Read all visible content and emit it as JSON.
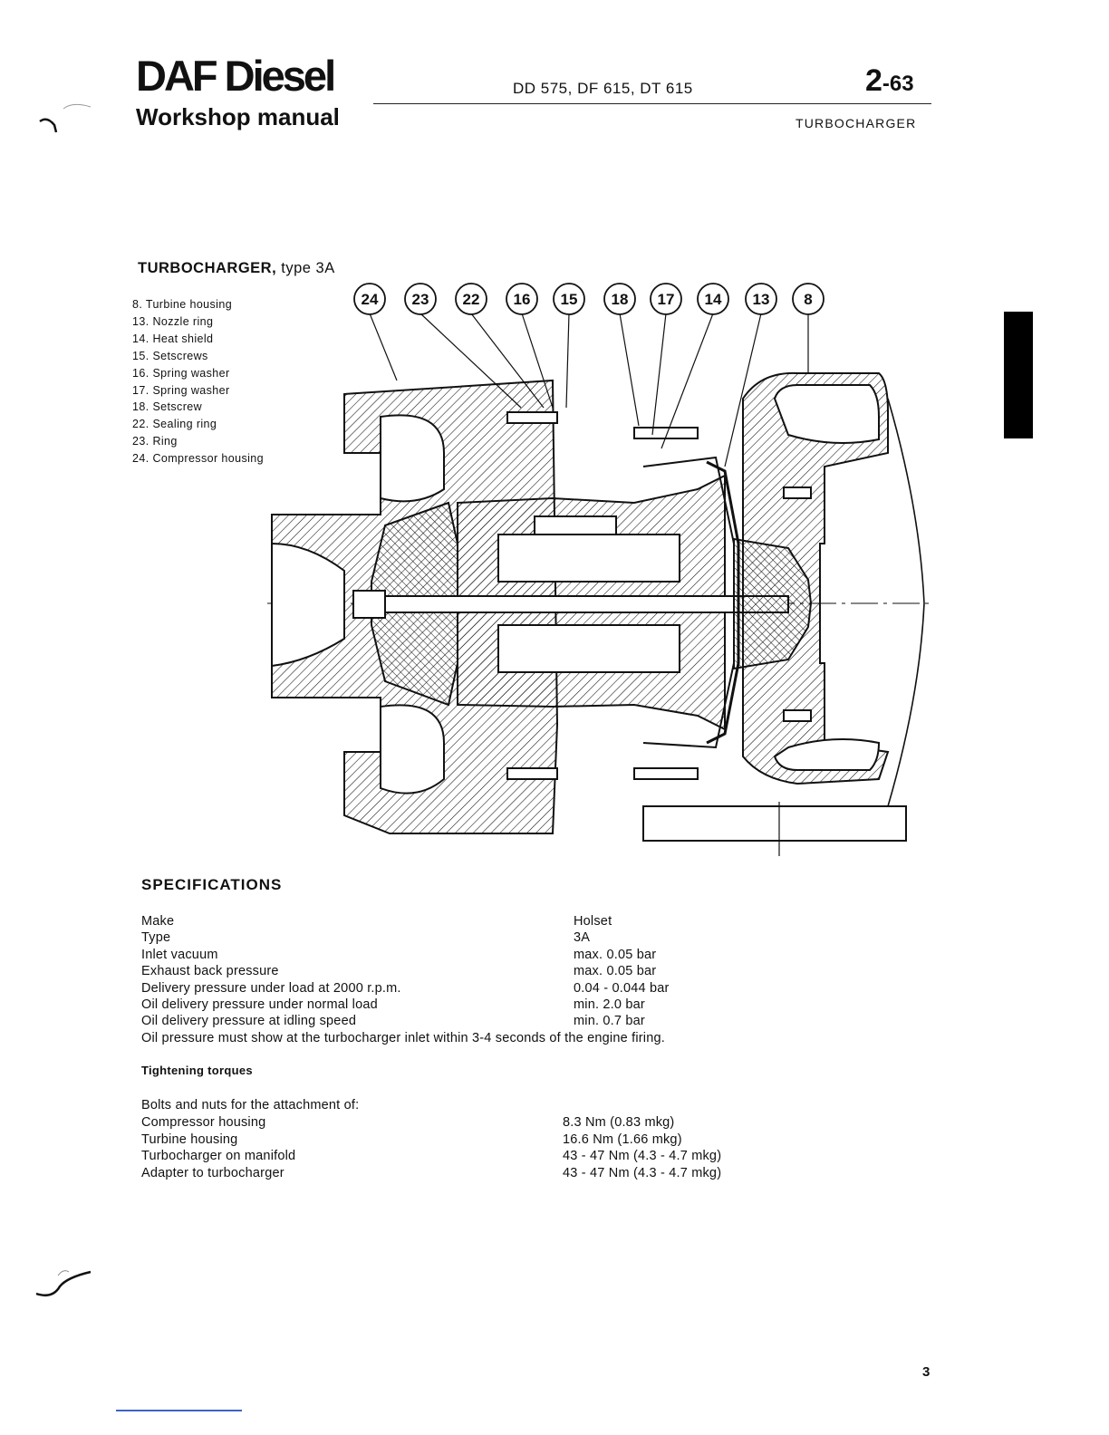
{
  "header": {
    "brand": "DAF Diesel",
    "subtitle": "Workshop manual",
    "models": "DD 575, DF 615, DT 615",
    "page_code_major": "2",
    "page_code_minor": "-63",
    "section": "TURBOCHARGER"
  },
  "figure": {
    "title_bold": "TURBOCHARGER,",
    "title_rest": " type 3A",
    "legend": [
      "8. Turbine housing",
      "13. Nozzle ring",
      "14. Heat shield",
      "15. Setscrews",
      "16. Spring washer",
      "17. Spring washer",
      "18. Setscrew",
      "22. Sealing ring",
      "23. Ring",
      "24. Compressor housing"
    ],
    "callouts": [
      "24",
      "23",
      "22",
      "16",
      "15",
      "18",
      "17",
      "14",
      "13",
      "8"
    ]
  },
  "specifications": {
    "title": "SPECIFICATIONS",
    "rows": [
      {
        "label": "Make",
        "value": "Holset"
      },
      {
        "label": "Type",
        "value": "3A"
      },
      {
        "label": "Inlet vacuum",
        "value": "max. 0.05 bar"
      },
      {
        "label": "Exhaust back pressure",
        "value": "max. 0.05 bar"
      },
      {
        "label": "Delivery pressure under load at 2000 r.p.m.",
        "value": "0.04 - 0.044 bar"
      },
      {
        "label": "Oil delivery pressure under normal load",
        "value": "min. 2.0 bar"
      },
      {
        "label": "Oil delivery pressure at idling speed",
        "value": "min. 0.7 bar"
      }
    ],
    "note": "Oil pressure must show at the turbocharger inlet within 3-4 seconds of the engine firing."
  },
  "torques": {
    "title": "Tightening torques",
    "intro": "Bolts and nuts for the attachment of:",
    "rows": [
      {
        "label": "Compressor housing",
        "value": "8.3 Nm (0.83 mkg)"
      },
      {
        "label": "Turbine housing",
        "value": "16.6 Nm (1.66 mkg)"
      },
      {
        "label": "Turbocharger on manifold",
        "value": "43 - 47 Nm (4.3 - 4.7 mkg)"
      },
      {
        "label": "Adapter to turbocharger",
        "value": "43 - 47 Nm (4.3 - 4.7 mkg)"
      }
    ]
  },
  "footer": {
    "page_number": "3"
  }
}
